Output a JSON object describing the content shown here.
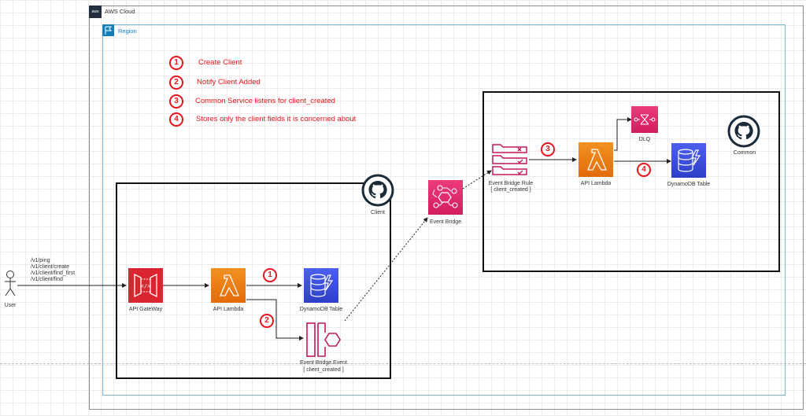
{
  "groups": {
    "aws_cloud": {
      "label": "AWS Cloud"
    },
    "region": {
      "label": "Region"
    },
    "client_service": {
      "label": "Client"
    },
    "common_service": {
      "label": "Common"
    }
  },
  "legend": [
    {
      "num": "1",
      "text": "Create Client"
    },
    {
      "num": "2",
      "text": "Notify Client Added"
    },
    {
      "num": "3",
      "text": "Common Service listens for client_created"
    },
    {
      "num": "4",
      "text": "Stores only the client fields it is concerned about"
    }
  ],
  "user": {
    "label": "User",
    "endpoints": [
      "/v1/ping",
      "/v1/client/create",
      "/v1/client/find_first",
      "/v1/client/find"
    ]
  },
  "nodes": {
    "api_gateway": {
      "label": "API GateWay",
      "color": "#d9252f"
    },
    "client_lambda": {
      "label": "API Lambda",
      "color": "#ee7f14"
    },
    "client_dynamodb": {
      "label": "DynamoDB Table",
      "color": "#3b4fe0"
    },
    "event_bridge_event": {
      "label": "Event Bridge Event",
      "sublabel": "[ client_created ]",
      "color": "#c2185b"
    },
    "event_bridge": {
      "label": "Event Bridge",
      "color": "#e0306f"
    },
    "event_bridge_rule": {
      "label": "Event Bridge Rule",
      "sublabel": "[ client_created ]",
      "color": "#c2185b"
    },
    "common_lambda": {
      "label": "API Lambda",
      "color": "#ee7f14"
    },
    "dlq": {
      "label": "DLQ",
      "color": "#e0306f"
    },
    "common_dynamodb": {
      "label": "DynamoDB Table",
      "color": "#3b4fe0"
    }
  },
  "markers": {
    "m1": "1",
    "m2": "2",
    "m3": "3",
    "m4": "4"
  },
  "colors": {
    "step_red": "#e8141c",
    "region_blue": "#7fb6d6",
    "cloud_gray": "#888888"
  }
}
